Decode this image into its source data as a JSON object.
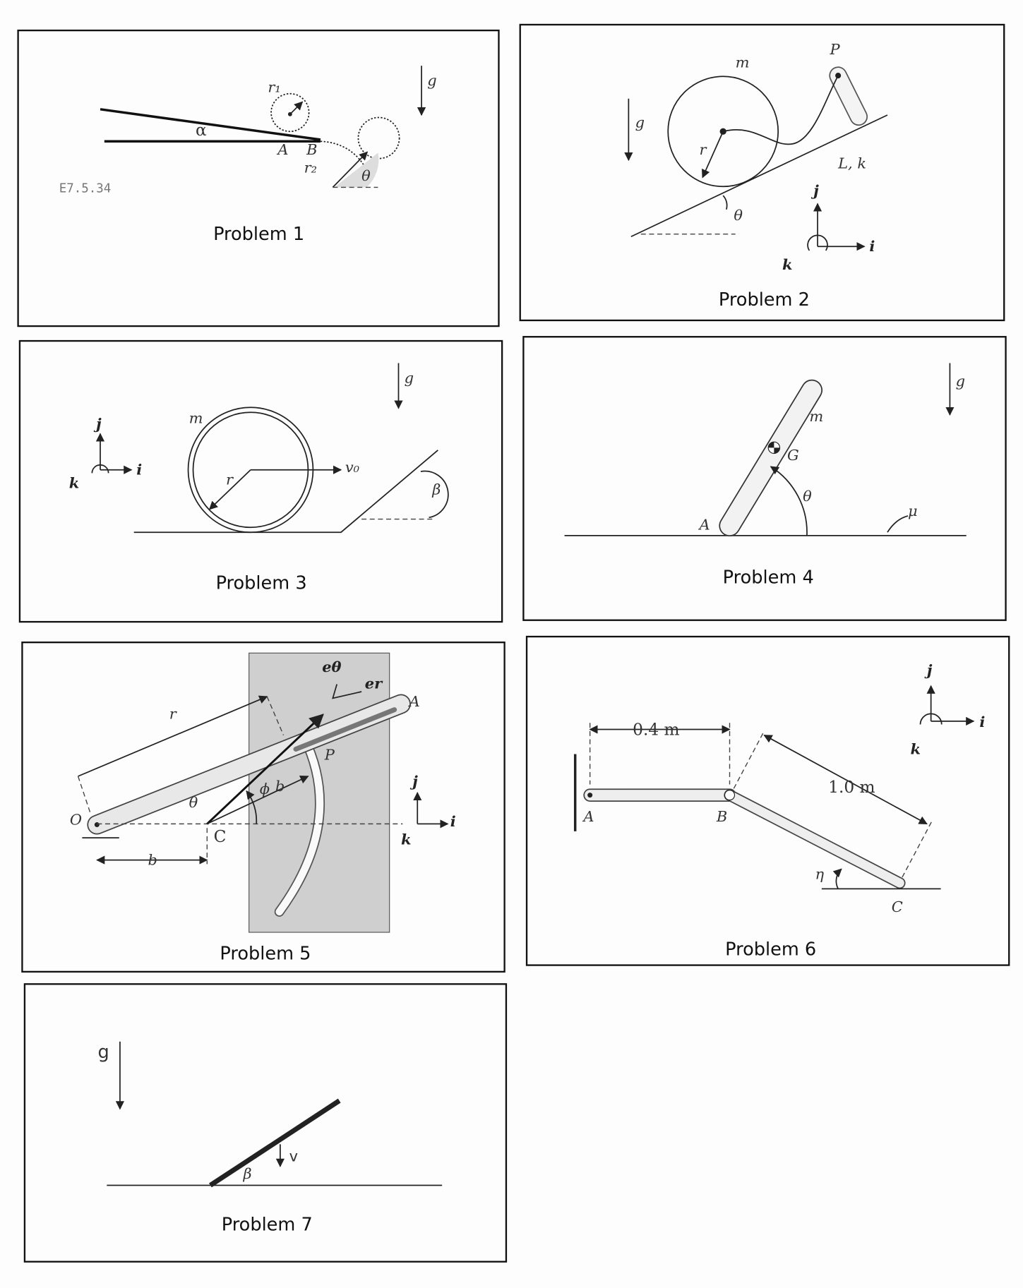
{
  "problems": [
    {
      "title": "Problem 1",
      "code": "E7.5.34",
      "labels": {
        "alpha": "α",
        "A": "A",
        "B": "B",
        "r1": "r₁",
        "r2": "r₂",
        "theta": "θ",
        "g": "g"
      }
    },
    {
      "title": "Problem 2",
      "labels": {
        "m": "m",
        "P": "P",
        "r": "r",
        "Lk": "L, k",
        "theta": "θ",
        "g": "g",
        "i": "i",
        "j": "j",
        "k": "k"
      }
    },
    {
      "title": "Problem 3",
      "labels": {
        "m": "m",
        "r": "r",
        "v0": "v₀",
        "beta": "β",
        "g": "g",
        "i": "i",
        "j": "j",
        "k": "k"
      }
    },
    {
      "title": "Problem 4",
      "labels": {
        "m": "m",
        "G": "G",
        "A": "A",
        "theta": "θ",
        "mu": "μ",
        "g": "g"
      }
    },
    {
      "title": "Problem 5",
      "labels": {
        "O": "O",
        "A": "A",
        "P": "P",
        "C": "C",
        "r": "r",
        "b1": "b",
        "b2": "b",
        "theta": "θ",
        "phi": "ϕ",
        "etheta": "eθ",
        "er": "er",
        "i": "i",
        "j": "j",
        "k": "k"
      }
    },
    {
      "title": "Problem 6",
      "labels": {
        "A": "A",
        "B": "B",
        "C": "C",
        "d1": "0.4 m",
        "d2": "1.0 m",
        "eta": "η",
        "i": "i",
        "j": "j",
        "k": "k"
      }
    },
    {
      "title": "Problem 7",
      "labels": {
        "g": "g",
        "v": "v",
        "beta": "β"
      }
    }
  ]
}
